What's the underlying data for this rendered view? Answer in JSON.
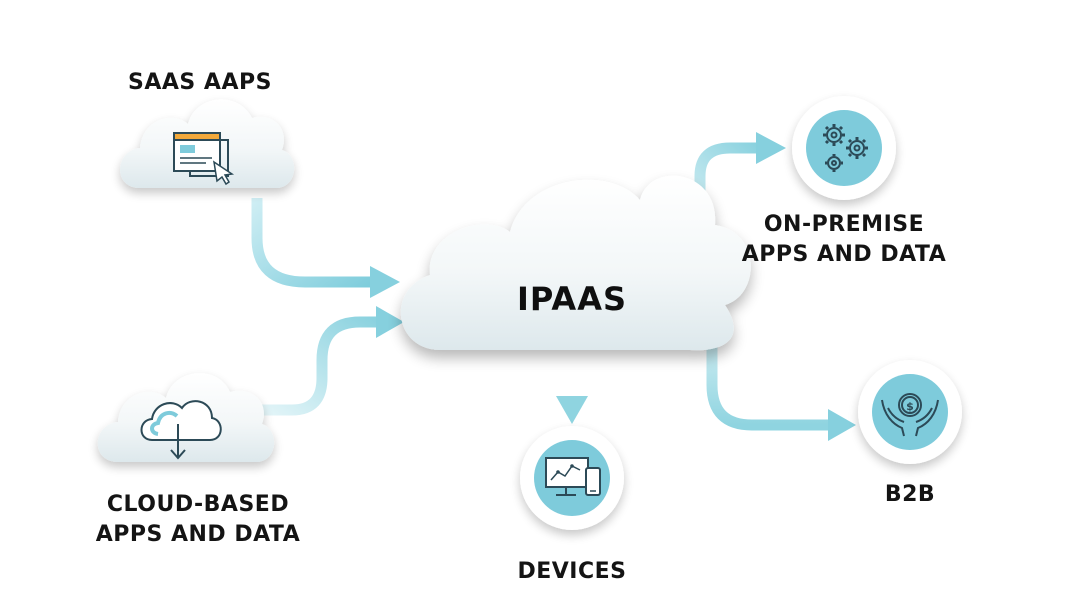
{
  "center": {
    "label": "IPAAS"
  },
  "nodes": {
    "saas": {
      "label": "SAAS AAPS",
      "icon": "browser-window-cursor-icon"
    },
    "cloud_based": {
      "line1": "CLOUD-BASED",
      "line2": "APPS AND DATA",
      "icon": "cloud-download-icon"
    },
    "devices": {
      "label": "DEVICES",
      "icon": "monitor-phone-chart-icon"
    },
    "on_premise": {
      "line1": "ON-PREMISE",
      "line2": "APPS AND DATA",
      "icon": "gears-icon"
    },
    "b2b": {
      "label": "B2B",
      "icon": "hands-coin-icon"
    }
  },
  "colors": {
    "arrow": "#8fd4e0",
    "icon_fill": "#7ecbdb",
    "icon_stroke": "#2c4a57",
    "cloud_top": "#ffffff",
    "cloud_bottom": "#e2ecef",
    "accent_orange": "#f2a93b"
  }
}
